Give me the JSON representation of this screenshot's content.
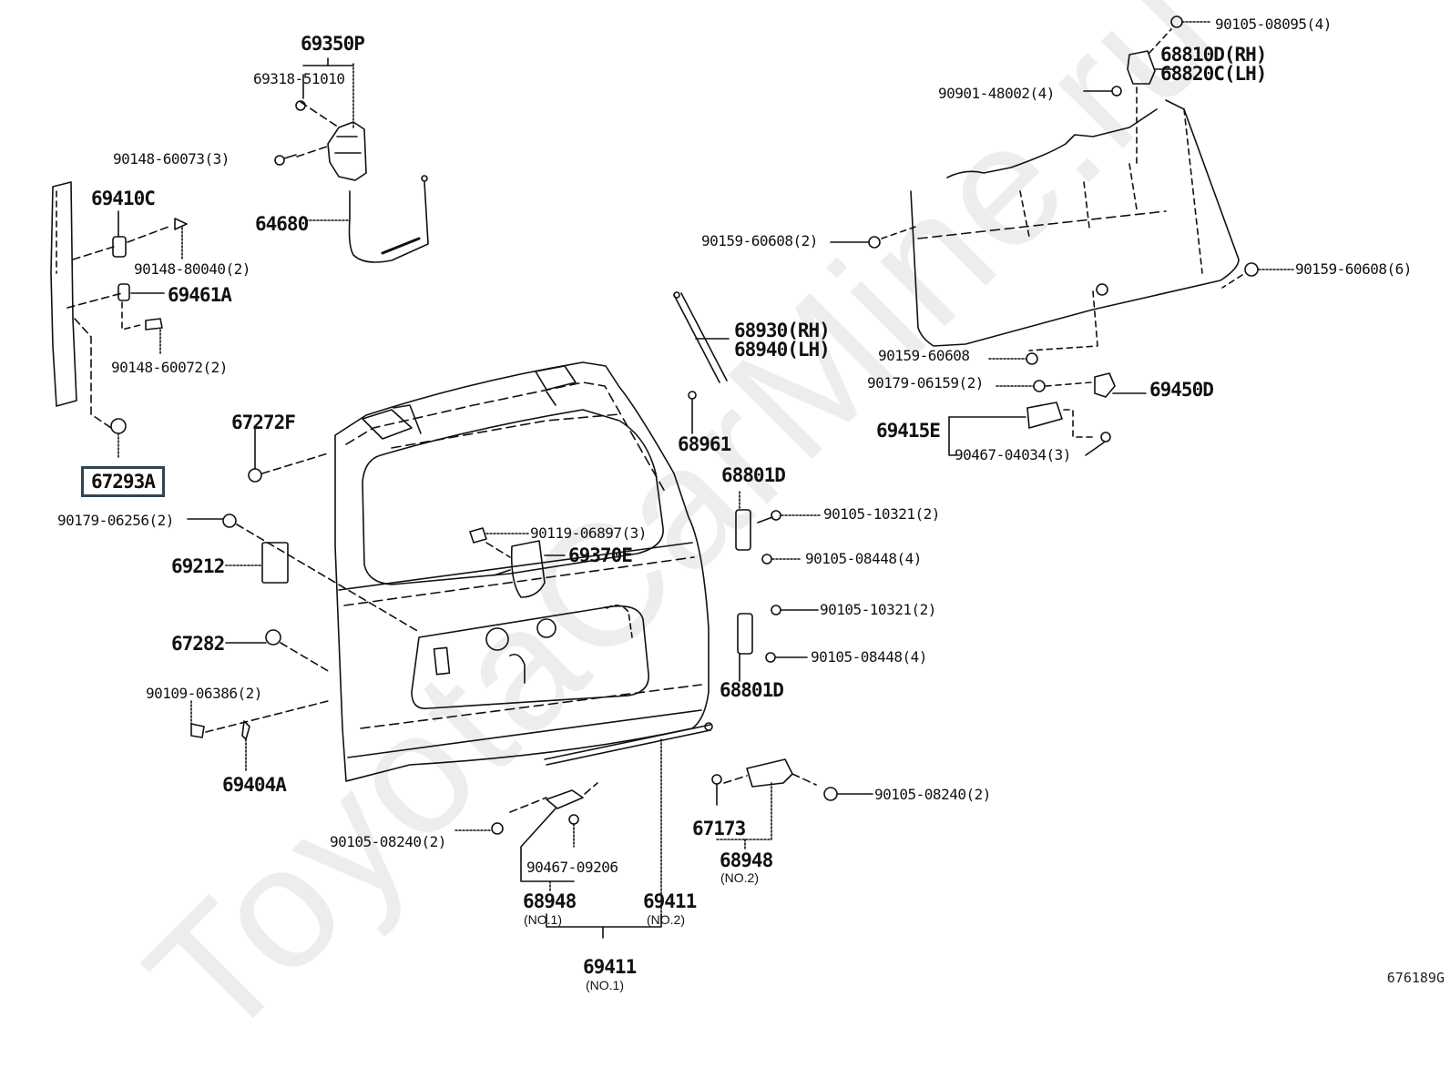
{
  "diagram": {
    "title": "Back door lock & hinge parts diagram",
    "watermark": "ToyotaCarMine.ru",
    "drawing_code": "676189G",
    "highlighted_part": "67293A",
    "labels": {
      "p69350P": "69350P",
      "p69318": "69318-51010",
      "p90148_60073": "90148-60073(3)",
      "p64680": "64680",
      "p69410C": "69410C",
      "p90148_80040": "90148-80040(2)",
      "p69461A": "69461A",
      "p90148_60072": "90148-60072(2)",
      "p67293A": "67293A",
      "p67272F": "67272F",
      "p90179_06256": "90179-06256(2)",
      "p69212": "69212",
      "p67282": "67282",
      "p90109_06386": "90109-06386(2)",
      "p69404A": "69404A",
      "p90119_06897": "90119-06897(3)",
      "p69370E": "69370E",
      "p68930": "68930(RH)",
      "p68940": "68940(LH)",
      "p68961": "68961",
      "p68801D_top": "68801D",
      "p90105_10321_a": "90105-10321(2)",
      "p90105_08448_a": "90105-08448(4)",
      "p90105_10321_b": "90105-10321(2)",
      "p90105_08448_b": "90105-08448(4)",
      "p68801D_bot": "68801D",
      "p90105_08095": "90105-08095(4)",
      "p68810D": "68810D(RH)",
      "p68820C": "68820C(LH)",
      "p90901_48002": "90901-48002(4)",
      "p90159_60608_2": "90159-60608(2)",
      "p90159_60608_6": "90159-60608(6)",
      "p90159_60608": "90159-60608",
      "p90179_06159": "90179-06159(2)",
      "p69450D": "69450D",
      "p69415E": "69415E",
      "p90467_04034": "90467-04034(3)",
      "p90105_08240_left": "90105-08240(2)",
      "p90467_09206": "90467-09206",
      "p68948_no1": "68948",
      "p68948_no1_sub": "(NO.1)",
      "p69411_no2": "69411",
      "p69411_no2_sub": "(NO.2)",
      "p69411_no1": "69411",
      "p69411_no1_sub": "(NO.1)",
      "p67173": "67173",
      "p68948_no2": "68948",
      "p68948_no2_sub": "(NO.2)",
      "p90105_08240_right": "90105-08240(2)"
    }
  }
}
